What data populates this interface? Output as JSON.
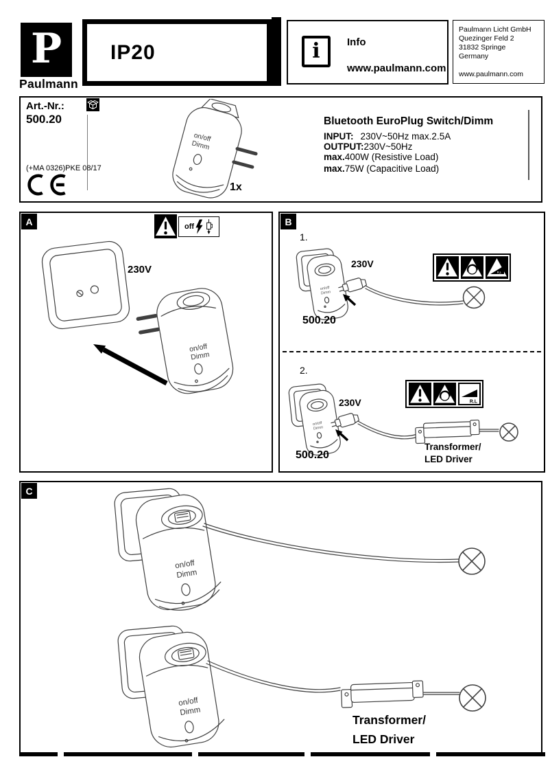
{
  "header": {
    "logo_letter": "P",
    "brand": "Paulmann",
    "ip_rating": "IP20",
    "info_icon_glyph": "i",
    "info_label": "Info",
    "info_url": "www.paulmann.com",
    "address_line1": "Paulmann Licht GmbH",
    "address_line2": "Quezinger Feld 2",
    "address_line3": "31832 Springe",
    "address_line4": "Germany",
    "address_url": "www.paulmann.com"
  },
  "product": {
    "art_label": "Art.-Nr.:",
    "art_no": "500.20",
    "batch_code": "(+MA 0326)PKE 08/17",
    "ce_mark": "CE",
    "quantity": "1x",
    "title": "Bluetooth EuroPlug Switch/Dimm",
    "input_label": "INPUT:",
    "input_value": "230V~50Hz max.2.5A",
    "output_label": "OUTPUT:",
    "output_value": "230V~50Hz",
    "max_resistive_label": "max.",
    "max_resistive_value": "400W  (Resistive Load)",
    "max_capacitive_label": "max.",
    "max_capacitive_value": "75W  (Capacitive Load)",
    "device_label_line1": "on/off",
    "device_label_line2": "Dimm"
  },
  "section_a": {
    "label": "A",
    "off_label": "off",
    "voltage": "230V",
    "device_label_line1": "on/off",
    "device_label_line2": "Dimm"
  },
  "section_b": {
    "label": "B",
    "step1": {
      "number": "1.",
      "voltage": "230V",
      "art_no": "500.20",
      "ramp_label": "R,L",
      "device_label_line1": "on/off",
      "device_label_line2": "Dimm"
    },
    "step2": {
      "number": "2.",
      "voltage": "230V",
      "art_no": "500.20",
      "ramp_label": "R.L",
      "transformer_line1": "Transformer/",
      "transformer_line2": "LED Driver",
      "device_label_line1": "on/off",
      "device_label_line2": "Dimm"
    }
  },
  "section_c": {
    "label": "C",
    "top": {
      "device_label_line1": "on/off",
      "device_label_line2": "Dimm"
    },
    "bottom": {
      "device_label_line1": "on/off",
      "device_label_line2": "Dimm",
      "transformer_line1": "Transformer/",
      "transformer_line2": "LED Driver"
    }
  },
  "colors": {
    "ink": "#000000",
    "line_art": "#3f3f3f",
    "paper": "#ffffff"
  }
}
